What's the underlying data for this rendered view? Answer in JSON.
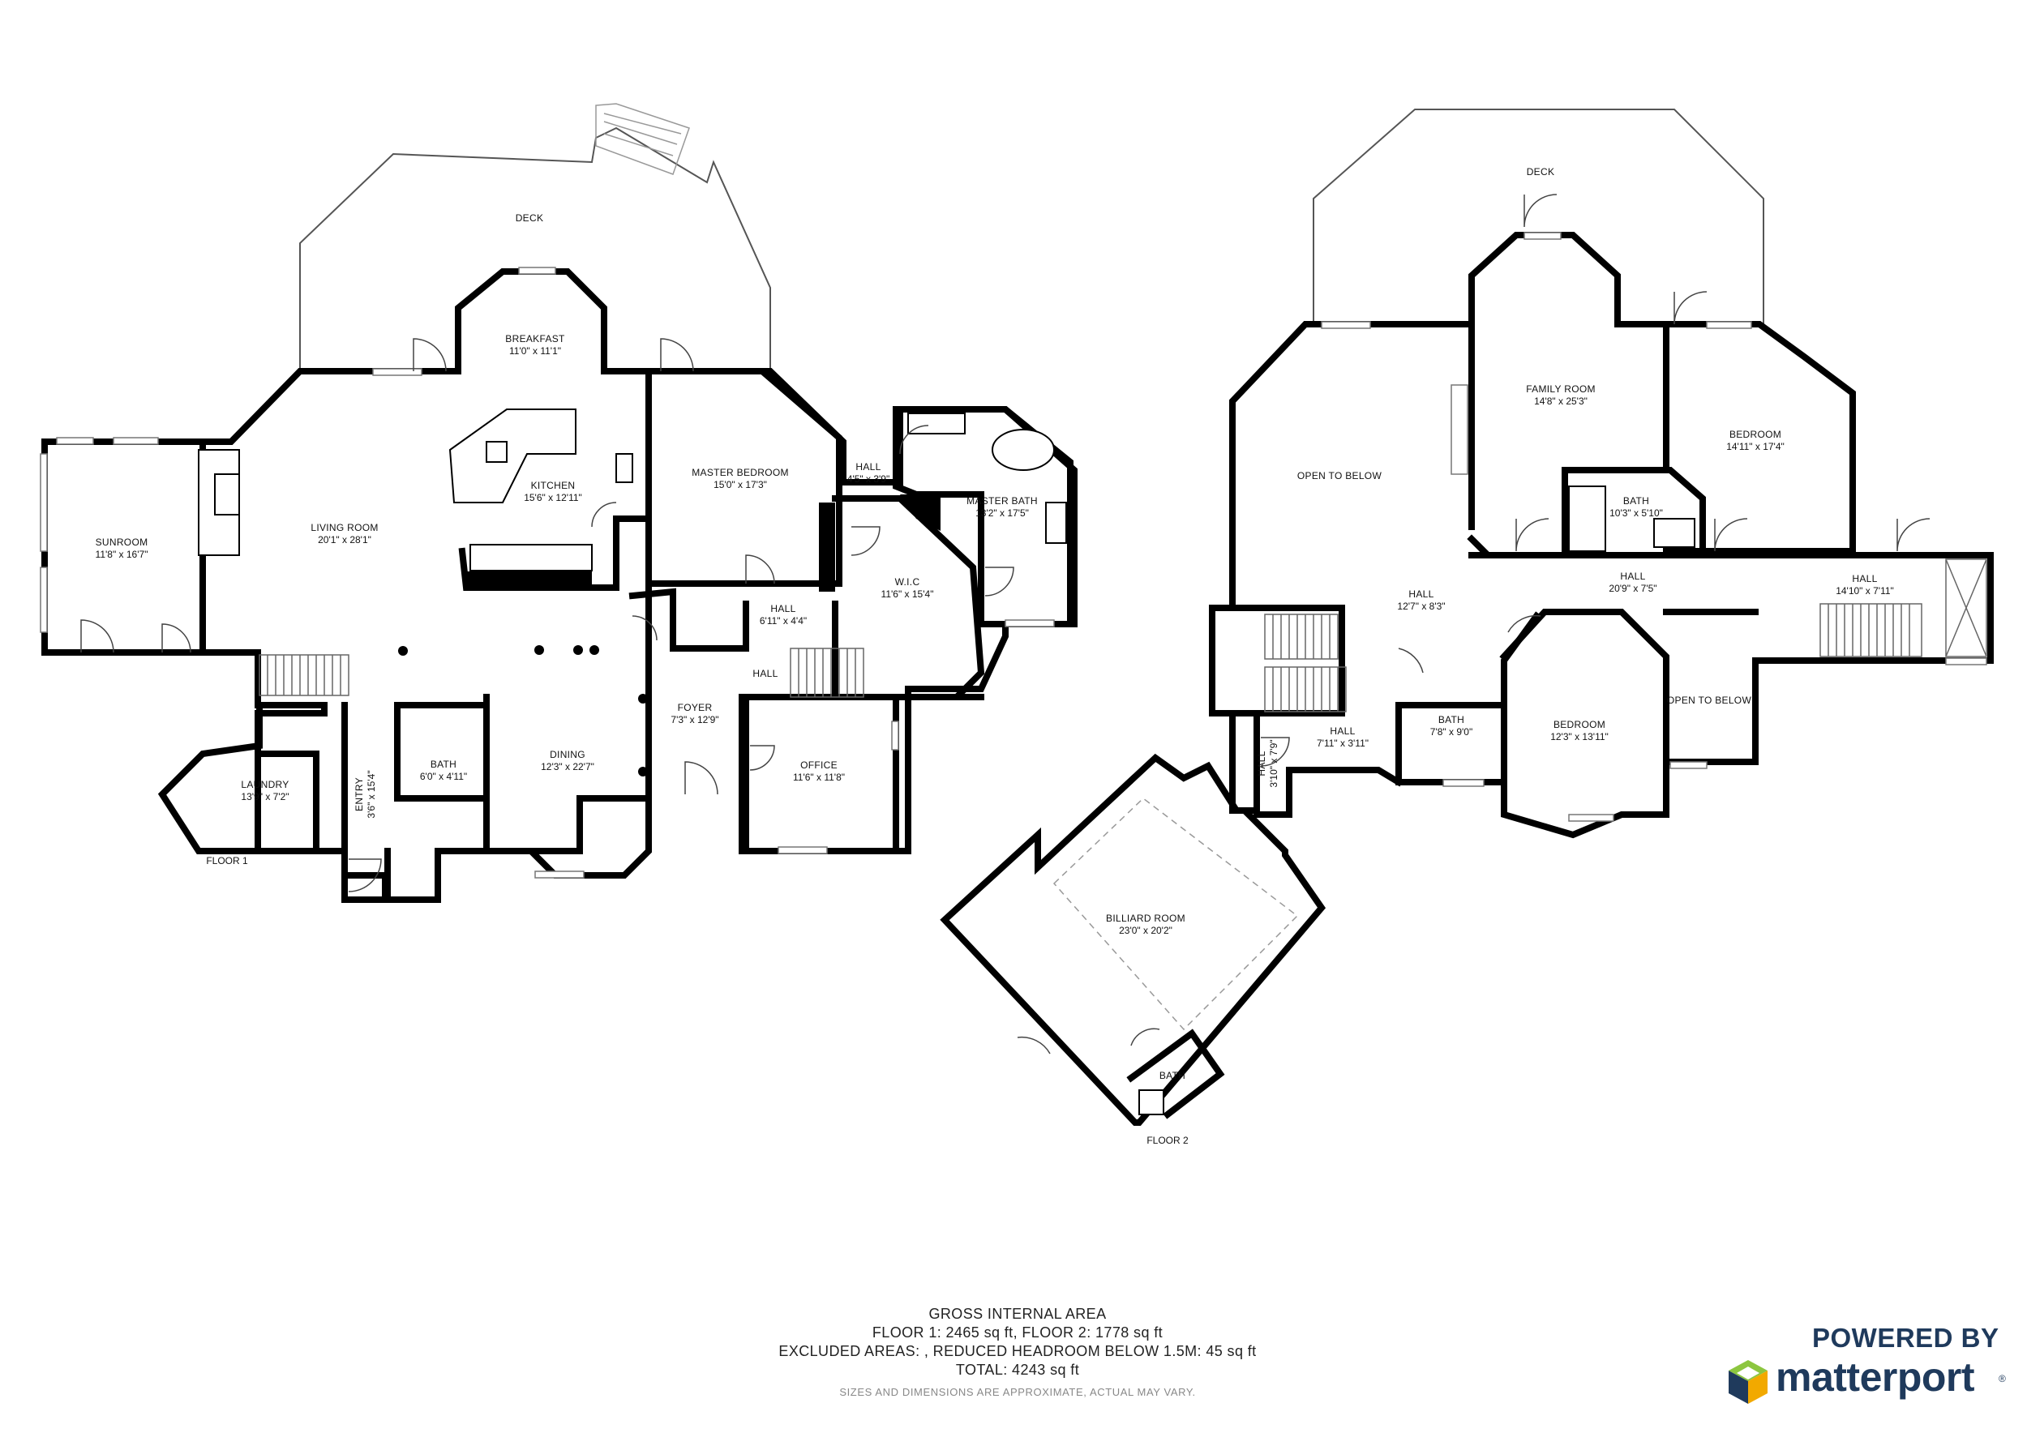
{
  "floor1": {
    "label": "FLOOR 1",
    "rooms": [
      {
        "id": "deck",
        "name": "DECK",
        "dim": ""
      },
      {
        "id": "breakfast",
        "name": "BREAKFAST",
        "dim": "11'0\" x 11'1\""
      },
      {
        "id": "kitchen",
        "name": "KITCHEN",
        "dim": "15'6\" x 12'11\""
      },
      {
        "id": "living",
        "name": "LIVING ROOM",
        "dim": "20'1\" x 28'1\""
      },
      {
        "id": "sunroom",
        "name": "SUNROOM",
        "dim": "11'8\" x 16'7\""
      },
      {
        "id": "master",
        "name": "MASTER BEDROOM",
        "dim": "15'0\" x 17'3\""
      },
      {
        "id": "hall1",
        "name": "HALL",
        "dim": "4'5\" x 3'9\""
      },
      {
        "id": "masterbath",
        "name": "MASTER BATH",
        "dim": "13'2\" x 17'5\""
      },
      {
        "id": "wic",
        "name": "W.I.C",
        "dim": "11'6\" x 15'4\""
      },
      {
        "id": "hall2",
        "name": "HALL",
        "dim": "6'11\" x 4'4\""
      },
      {
        "id": "hall3",
        "name": "HALL",
        "dim": ""
      },
      {
        "id": "foyer",
        "name": "FOYER",
        "dim": "7'3\" x 12'9\""
      },
      {
        "id": "dining",
        "name": "DINING",
        "dim": "12'3\" x 22'7\""
      },
      {
        "id": "office",
        "name": "OFFICE",
        "dim": "11'6\" x 11'8\""
      },
      {
        "id": "bath1",
        "name": "BATH",
        "dim": "6'0\" x 4'11\""
      },
      {
        "id": "entry",
        "name": "ENTRY",
        "dim": "3'6\" x 15'4\""
      },
      {
        "id": "laundry",
        "name": "LAUNDRY",
        "dim": "13'9\" x 7'2\""
      }
    ]
  },
  "floor2": {
    "label": "FLOOR 2",
    "rooms": [
      {
        "id": "deck2",
        "name": "DECK",
        "dim": ""
      },
      {
        "id": "family",
        "name": "FAMILY ROOM",
        "dim": "14'8\" x 25'3\""
      },
      {
        "id": "bedroom1",
        "name": "BEDROOM",
        "dim": "14'11\" x 17'4\""
      },
      {
        "id": "openbelow1",
        "name": "OPEN TO BELOW",
        "dim": ""
      },
      {
        "id": "bath2",
        "name": "BATH",
        "dim": "10'3\" x 5'10\""
      },
      {
        "id": "hall4",
        "name": "HALL",
        "dim": "20'9\" x 7'5\""
      },
      {
        "id": "hall5",
        "name": "HALL",
        "dim": "14'10\" x 7'11\""
      },
      {
        "id": "hall6",
        "name": "HALL",
        "dim": "12'7\" x 8'3\""
      },
      {
        "id": "openbelow2",
        "name": "OPEN TO BELOW",
        "dim": ""
      },
      {
        "id": "bath3",
        "name": "BATH",
        "dim": "7'8\" x 9'0\""
      },
      {
        "id": "bedroom2",
        "name": "BEDROOM",
        "dim": "12'3\" x 13'11\""
      },
      {
        "id": "hall7",
        "name": "HALL",
        "dim": "7'11\" x 3'11\""
      },
      {
        "id": "hall8",
        "name": "HALL",
        "dim": "3'10\" x 7'9\""
      },
      {
        "id": "billiard",
        "name": "BILLIARD ROOM",
        "dim": "23'0\" x 20'2\""
      },
      {
        "id": "bath4",
        "name": "BATH",
        "dim": ""
      }
    ]
  },
  "summary": {
    "title": "GROSS INTERNAL AREA",
    "floors": "FLOOR 1: 2465 sq ft, FLOOR 2: 1778 sq ft",
    "excluded": "EXCLUDED AREAS: , REDUCED HEADROOM BELOW 1.5M: 45 sq ft",
    "total": "TOTAL: 4243 sq ft",
    "note": "SIZES AND DIMENSIONS ARE APPROXIMATE, ACTUAL MAY VARY."
  },
  "branding": {
    "powered": "POWERED BY",
    "name": "matterport",
    "reg": "®",
    "logo_icon": "matterport-cube-icon",
    "color": "#1f3a5c"
  }
}
